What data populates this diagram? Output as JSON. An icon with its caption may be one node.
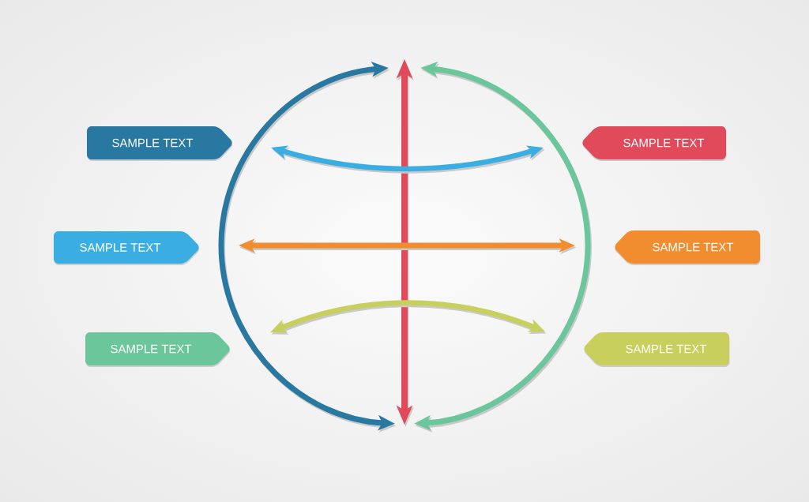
{
  "diagram": {
    "nodes": [
      {
        "text": [
          "SAMPLE TEXT"
        ]
      },
      {
        "text": [
          "SAMPLE TEXT"
        ]
      },
      {
        "text": [
          "SAMPLE TEXT"
        ]
      },
      {
        "text": [
          "SAMPLE TEXT"
        ]
      },
      {
        "text": [
          "SAMPLE TEXT"
        ]
      },
      {
        "text": [
          "SAMPLE TEXT"
        ]
      }
    ]
  }
}
